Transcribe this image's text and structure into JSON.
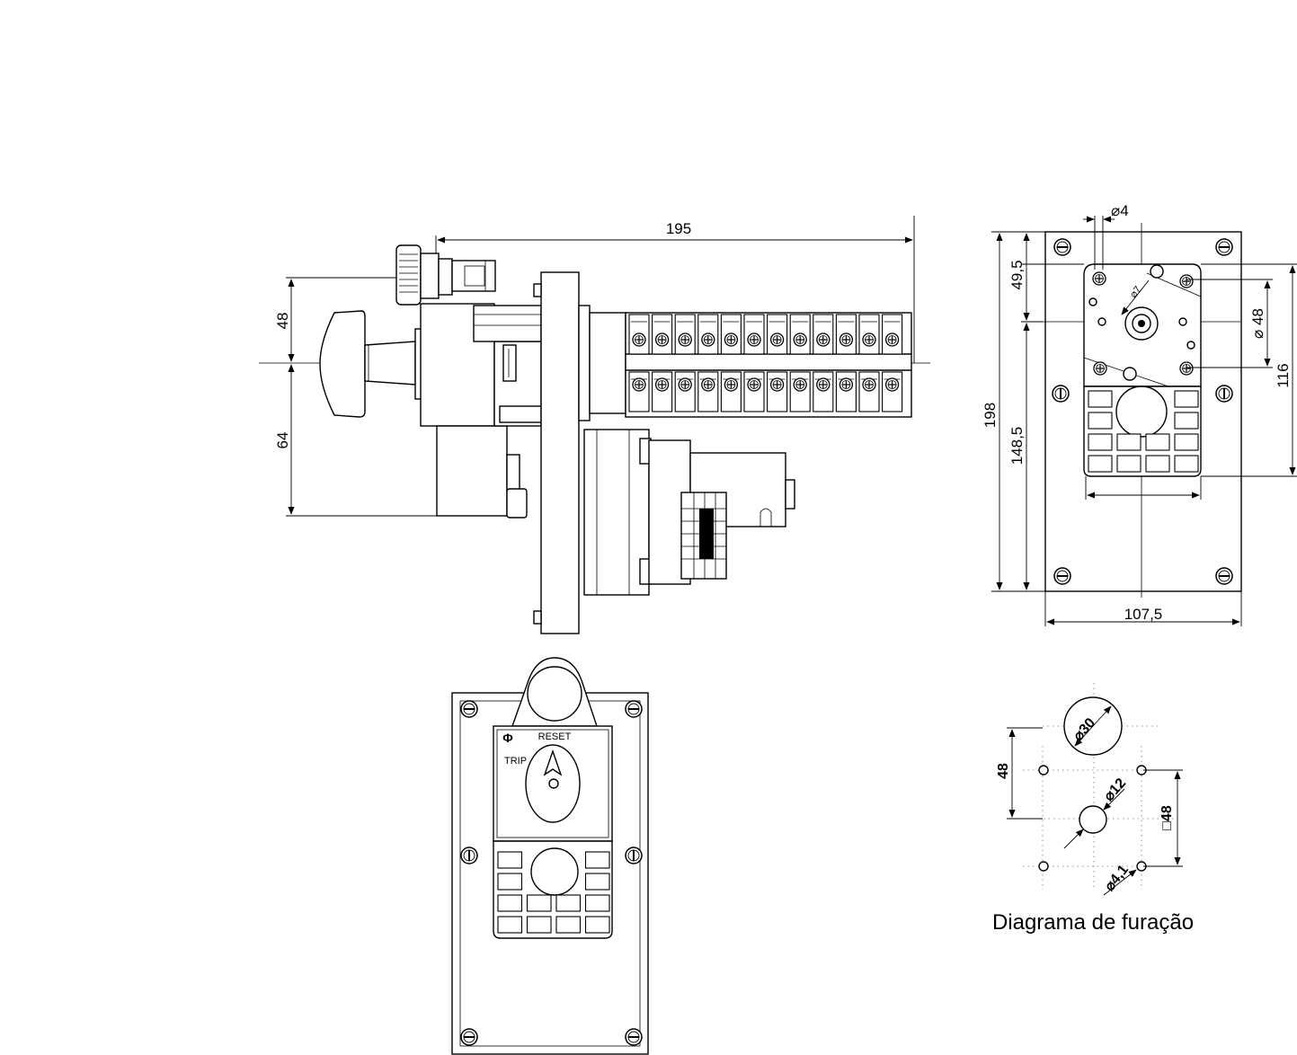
{
  "side_view": {
    "dim_length": "195",
    "dim_upper": "48",
    "dim_lower": "64"
  },
  "rear_view": {
    "dim_hole": "⌀4",
    "dim_top": "49,5",
    "dim_bottom": "148,5",
    "dim_height": "198",
    "dim_diameter": "⌀ 48",
    "dim_right": "116",
    "dim_width": "107,5",
    "dim_small": "⌀7"
  },
  "front_view": {
    "label_reset": "RESET",
    "label_trip": "TRIP"
  },
  "drilling": {
    "caption": "Diagrama de furação",
    "dim_large_circle": "⌀30",
    "dim_center_hole": "⌀12",
    "dim_corner_hole": "⌀4,1",
    "dim_vertical": "48",
    "dim_square": "□48"
  }
}
